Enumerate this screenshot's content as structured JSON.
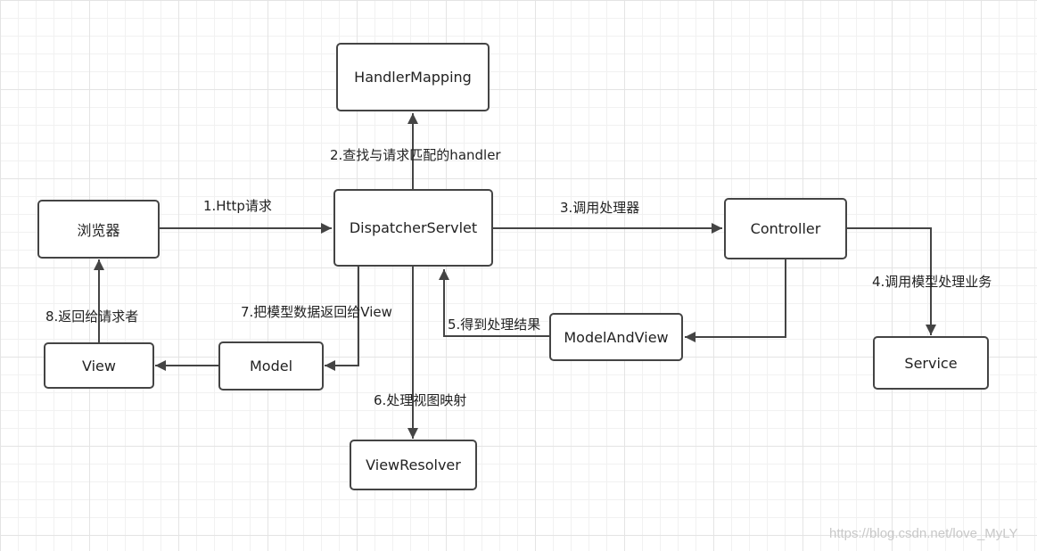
{
  "nodes": {
    "handler_mapping": "HandlerMapping",
    "browser": "浏览器",
    "dispatcher_servlet": "DispatcherServlet",
    "controller": "Controller",
    "view": "View",
    "model": "Model",
    "model_and_view": "ModelAndView",
    "service": "Service",
    "view_resolver": "ViewResolver"
  },
  "edges": {
    "step1": "1.Http请求",
    "step2": "2.查找与请求匹配的handler",
    "step3": "3.调用处理器",
    "step4": "4.调用模型处理业务",
    "step5": "5.得到处理结果",
    "step6": "6.处理视图映射",
    "step7": "7.把模型数据返回给View",
    "step8": "8.返回给请求者"
  },
  "colors": {
    "line": "#444444",
    "grid": "#e4e4e4",
    "watermark": "#c8c8c8"
  },
  "watermark": "https://blog.csdn.net/love_MyLY"
}
